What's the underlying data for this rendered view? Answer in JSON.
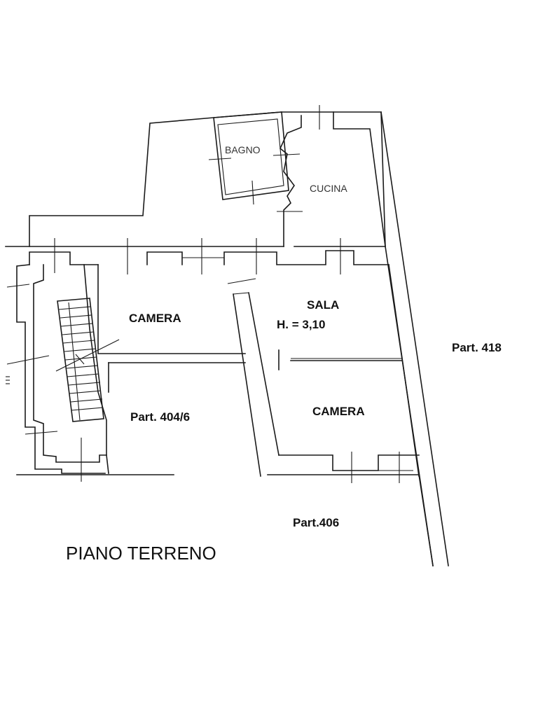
{
  "rooms": {
    "bagno": "BAGNO",
    "cucina": "CUCINA",
    "camera_left": "CAMERA",
    "sala": "SALA",
    "sala_height": "H. = 3,10",
    "camera_right": "CAMERA"
  },
  "parcels": {
    "p418": "Part. 418",
    "p404": "Part. 404/6",
    "p406": "Part.406"
  },
  "plan_title": "PIANO TERRENO"
}
